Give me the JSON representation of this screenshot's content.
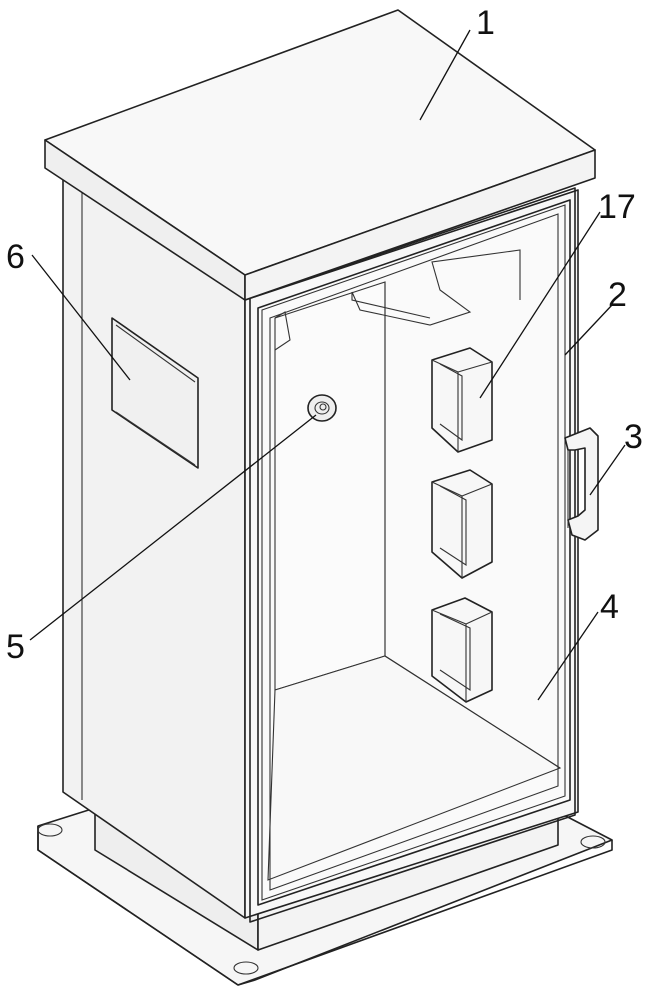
{
  "diagram": {
    "colors": {
      "stroke": "#222222",
      "panel_front": "#f4f4f4",
      "panel_side": "#ececec",
      "panel_top": "#f7f7f7",
      "background": "#ffffff"
    },
    "labels": [
      {
        "id": "1",
        "text": "1"
      },
      {
        "id": "2",
        "text": "2"
      },
      {
        "id": "3",
        "text": "3"
      },
      {
        "id": "4",
        "text": "4"
      },
      {
        "id": "5",
        "text": "5"
      },
      {
        "id": "6",
        "text": "6"
      },
      {
        "id": "17",
        "text": "17"
      }
    ]
  }
}
